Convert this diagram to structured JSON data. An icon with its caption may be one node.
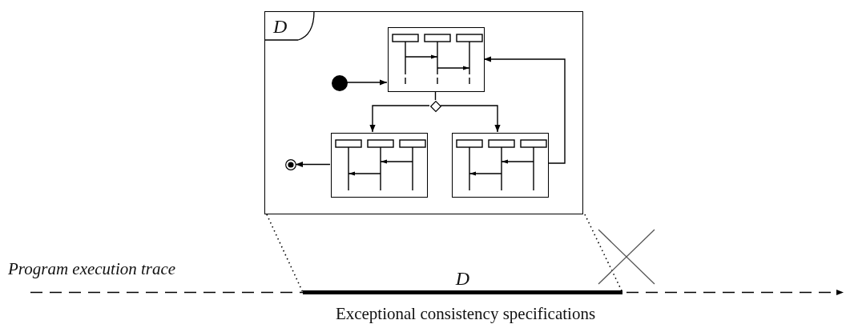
{
  "diagram": {
    "nodes": [
      {
        "text": [
          "D"
        ]
      },
      {
        "text": [],
        "shape": "circle",
        "in": 0
      },
      {
        "text": [],
        "shape": "box",
        "in": 0
      },
      {
        "text": [],
        "shape": "diamond",
        "in": 0
      },
      {
        "text": [],
        "shape": "box",
        "in": 0
      },
      {
        "text": [],
        "shape": "box",
        "in": 0
      },
      {
        "text": [],
        "shape": "circle",
        "in": 0
      },
      {
        "text": [
          "D"
        ]
      }
    ],
    "edges": [
      {
        "from": 1,
        "to": 2,
        "arrow": "to"
      },
      {
        "from": 2,
        "to": 3,
        "arrow": "none"
      },
      {
        "from": 3,
        "to": 4,
        "arrow": "to"
      },
      {
        "from": 3,
        "to": 5,
        "arrow": "to"
      },
      {
        "from": 5,
        "to": 2,
        "arrow": "to"
      },
      {
        "from": 4,
        "to": 6,
        "arrow": "to"
      },
      {
        "from": 0,
        "to": 7,
        "arrow": "none",
        "style": "dashed"
      },
      {
        "from": 0,
        "to": 7,
        "arrow": "none",
        "style": "dashed"
      }
    ],
    "labels": [
      "Program execution trace",
      "Exceptional consistency specifications"
    ]
  }
}
